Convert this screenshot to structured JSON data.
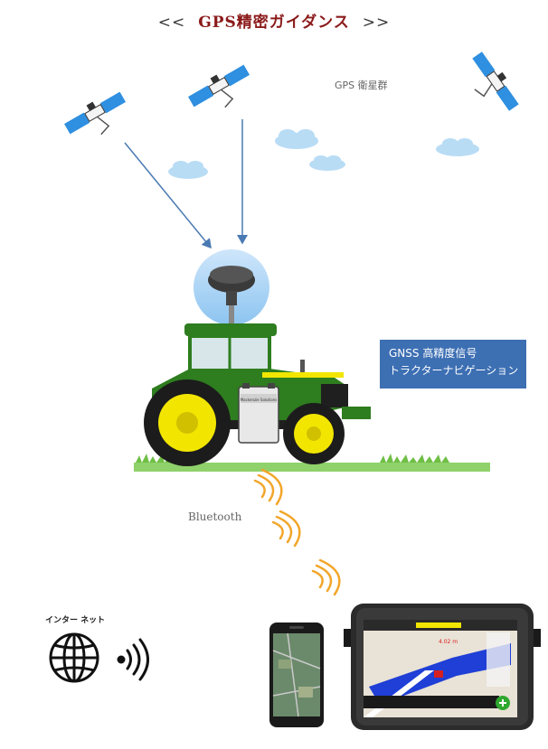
{
  "title": {
    "left": "<<",
    "main": "GPS精密ガイダンス",
    "right": ">>"
  },
  "constellation_label": "GPS 衛星群",
  "gnss_box": {
    "line1": "GNSS 高精度信号",
    "line2": "トラクターナビゲーション"
  },
  "bluetooth_label": "Bluetooth",
  "internet_label": "インター ネット",
  "receiver_brand": "Mackenzie Solutions",
  "tablet_readout": "4.02 m",
  "colors": {
    "title": "#8B1A1A",
    "box": "#3d6fb3",
    "tractor_green": "#2e7d1f",
    "wheel_yellow": "#f2e600",
    "signal_orange": "#f2a62a",
    "arrow_blue": "#4a7ab3"
  }
}
